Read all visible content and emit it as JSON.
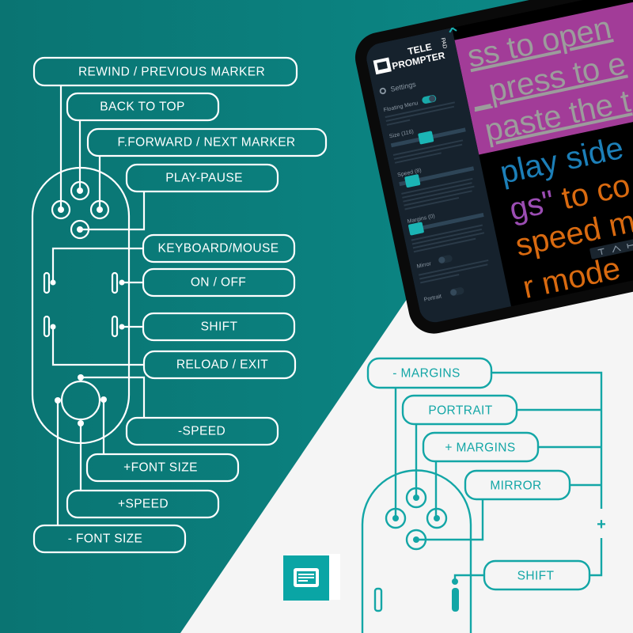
{
  "colors": {
    "teal_bg": "#0b7b79",
    "light_bg": "#f5f5f5",
    "accent_teal": "#13a6a6",
    "magenta": "#a23c98",
    "screen_blue": "#1c7fb8",
    "screen_purple": "#9b4db3",
    "screen_orange": "#d96a10",
    "sidebar": "#16222d"
  },
  "left_diagram": {
    "labels": {
      "rewind": "REWIND / PREVIOUS MARKER",
      "back_to_top": "BACK TO TOP",
      "fforward": "F.FORWARD / NEXT MARKER",
      "play_pause": "PLAY-PAUSE",
      "keyboard_mouse": "KEYBOARD/MOUSE",
      "on_off": "ON / OFF",
      "shift": "SHIFT",
      "reload_exit": "RELOAD / EXIT",
      "minus_speed": "-SPEED",
      "plus_font": "+FONT SIZE",
      "plus_speed": "+SPEED",
      "minus_font": "- FONT SIZE"
    }
  },
  "right_diagram": {
    "labels": {
      "minus_margins": "- MARGINS",
      "portrait": "PORTRAIT",
      "plus_margins": "+ MARGINS",
      "mirror": "MIRROR",
      "shift": "SHIFT"
    },
    "modifier_symbol": "+"
  },
  "tablet": {
    "logo": {
      "line1": "TELE",
      "line2": "PROMPTER",
      "line3": "PAD"
    },
    "close_icon": "close-icon",
    "sidebar": {
      "title": "Settings",
      "floating_menu": "Floating Menu",
      "size": "Size (116)",
      "speed": "Speed (8)",
      "margins": "Margins (0)",
      "mirror": "Mirror",
      "portrait": "Portrait",
      "floating_menu_on": true,
      "mirror_on": false,
      "portrait_on": false
    },
    "screen": {
      "line1": "ss  to open",
      "line2": "_press  to e",
      "line3": "paste the t",
      "line4": "play side",
      "line5a": "gs\"",
      "line5b": " to co",
      "line6": "speed  m",
      "line7": "r mode"
    }
  }
}
